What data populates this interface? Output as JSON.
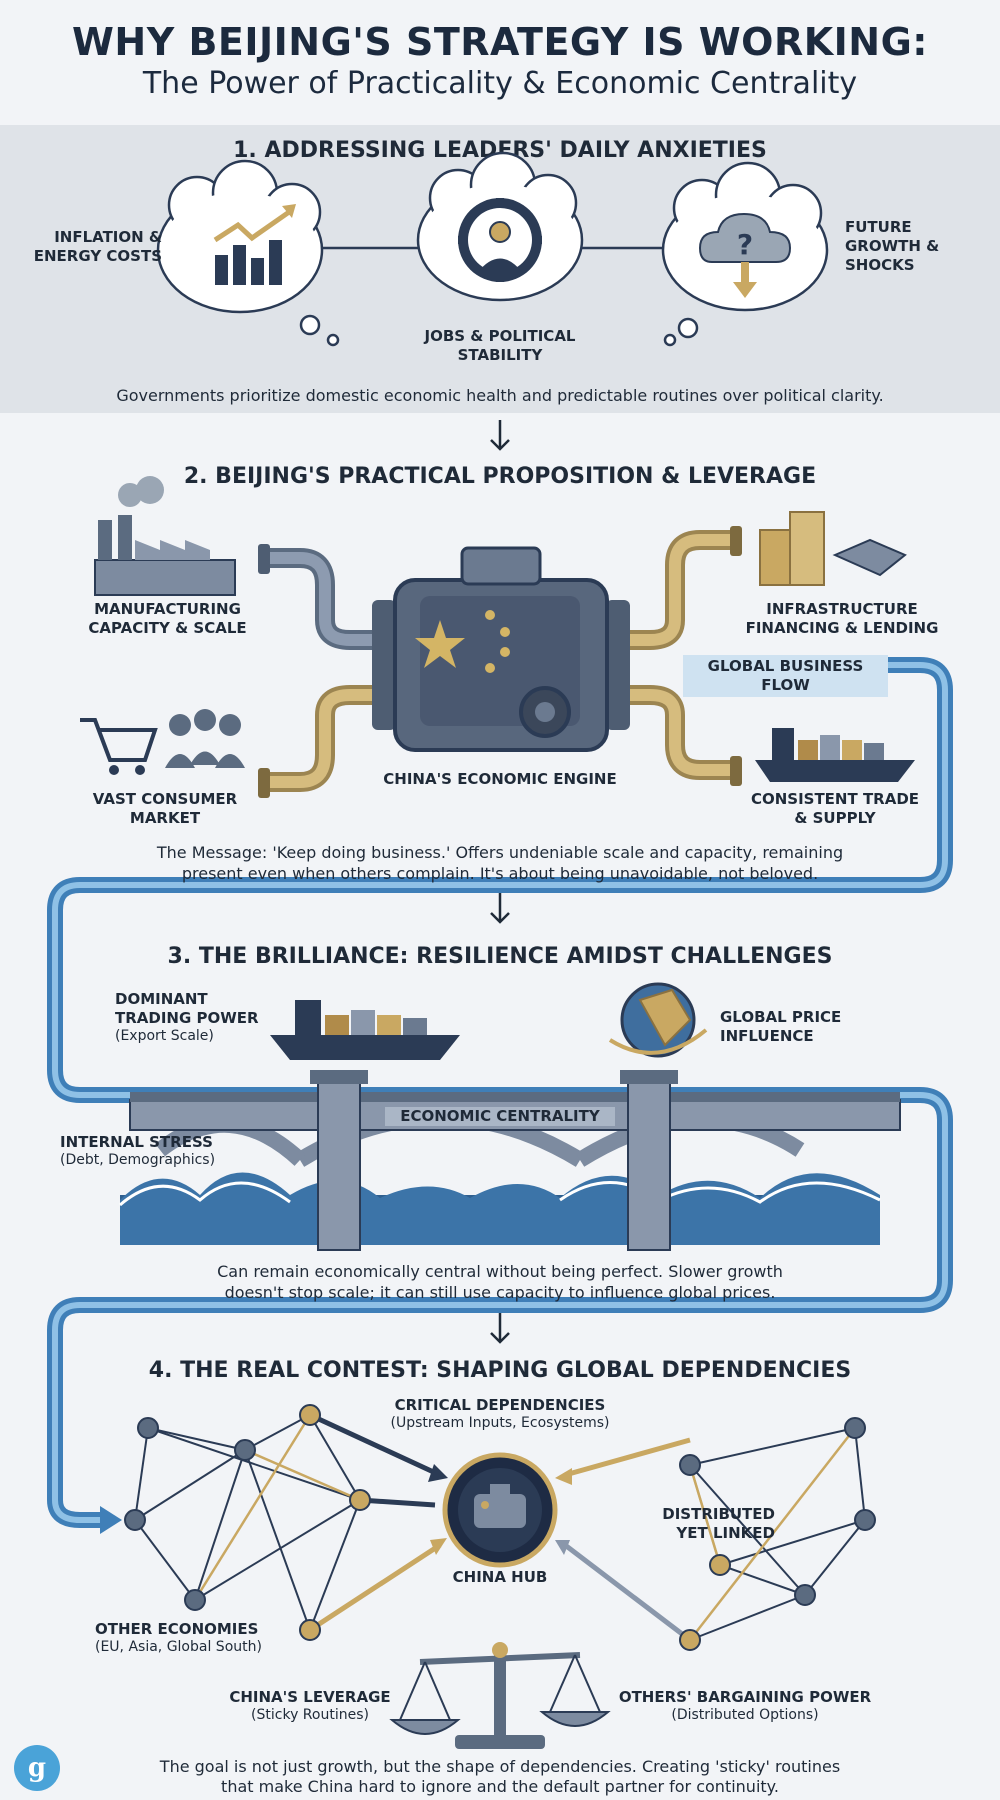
{
  "title": "WHY BEIJING'S STRATEGY IS WORKING:",
  "subtitle": "The Power of Practicality & Economic Centrality",
  "section1": {
    "title": "1. ADDRESSING LEADERS' DAILY ANXIETIES",
    "left_label": "INFLATION & ENERGY COSTS",
    "center_label": "JOBS & POLITICAL STABILITY",
    "right_label": "FUTURE GROWTH & SHOCKS",
    "note": "Governments prioritize domestic economic health and predictable routines over political clarity."
  },
  "section2": {
    "title": "2. BEIJING'S PRACTICAL PROPOSITION & LEVERAGE",
    "manufacturing": "MANUFACTURING CAPACITY & SCALE",
    "infrastructure": "INFRASTRUCTURE FINANCING & LENDING",
    "flow": "GLOBAL BUSINESS FLOW",
    "consumer": "VAST CONSUMER MARKET",
    "engine": "CHINA'S ECONOMIC ENGINE",
    "trade": "CONSISTENT TRADE & SUPPLY",
    "note_line1": "The Message: 'Keep doing business.' Offers undeniable scale and capacity, remaining",
    "note_line2": "present even when others complain. It's about being unavoidable, not beloved."
  },
  "section3": {
    "title": "3. THE BRILLIANCE: RESILIENCE AMIDST CHALLENGES",
    "trading_title": "DOMINANT TRADING POWER",
    "trading_sub": "(Export Scale)",
    "price_title": "GLOBAL PRICE INFLUENCE",
    "bridge": "ECONOMIC CENTRALITY",
    "stress_title": "INTERNAL STRESS",
    "stress_sub": "(Debt, Demographics)",
    "note_line1": "Can remain economically central without being perfect. Slower growth",
    "note_line2": "doesn't stop scale; it can still use capacity to influence global prices."
  },
  "section4": {
    "title": "4. THE REAL CONTEST: SHAPING GLOBAL DEPENDENCIES",
    "critical_title": "CRITICAL DEPENDENCIES",
    "critical_sub": "(Upstream Inputs, Ecosystems)",
    "distributed": "DISTRIBUTED YET LINKED",
    "hub": "CHINA HUB",
    "others_title": "OTHER ECONOMIES",
    "others_sub": "(EU, Asia, Global South)",
    "leverage_title": "CHINA'S LEVERAGE",
    "leverage_sub": "(Sticky Routines)",
    "bargaining_title": "OTHERS' BARGAINING POWER",
    "bargaining_sub": "(Distributed Options)",
    "note_line1": "The goal is not just growth, but the shape of dependencies. Creating 'sticky' routines",
    "note_line2": "that make China hard to ignore and the default partner for continuity."
  },
  "logo_letter": "g",
  "colors": {
    "navy": "#2b3b55",
    "pipe_blue": "#3f7fb8",
    "gold": "#c9a862",
    "band": "#dfe3e8"
  }
}
